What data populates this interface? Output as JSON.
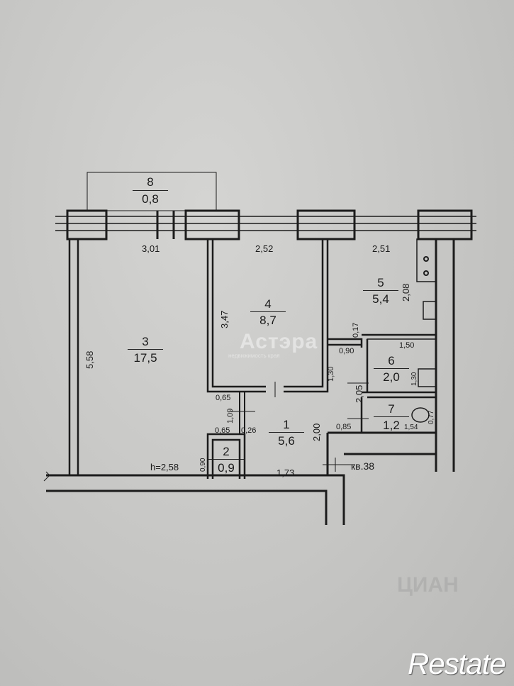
{
  "rooms": [
    {
      "number": "8",
      "area": "0,8"
    },
    {
      "number": "3",
      "area": "17,5"
    },
    {
      "number": "4",
      "area": "8,7"
    },
    {
      "number": "5",
      "area": "5,4"
    },
    {
      "number": "6",
      "area": "2,0"
    },
    {
      "number": "7",
      "area": "1,2"
    },
    {
      "number": "1",
      "area": "5,6"
    },
    {
      "number": "2",
      "area": "0,9"
    }
  ],
  "dimensions": {
    "d301": "3,01",
    "d252": "2,52",
    "d251": "2,51",
    "d558": "5,58",
    "d347": "3,47",
    "d208": "2,08",
    "d017": "0,17",
    "d090a": "0,90",
    "d150": "1,50",
    "d130a": "1,30",
    "d130b": "1,30",
    "d205": "2,05",
    "d077": "0,77",
    "d154": "1,54",
    "d085": "0,85",
    "d200": "2,00",
    "d065a": "0,65",
    "d109": "1,09",
    "d065b": "0,65",
    "d026": "0,26",
    "d090b": "0,90",
    "height": "h=2,58",
    "d173": "1,73"
  },
  "apartment_label": "кв.38",
  "watermarks": {
    "astera": "Астэра",
    "astera_sub": "недвижимость края",
    "restate": "Restate",
    "cian": "ЦИАН"
  }
}
